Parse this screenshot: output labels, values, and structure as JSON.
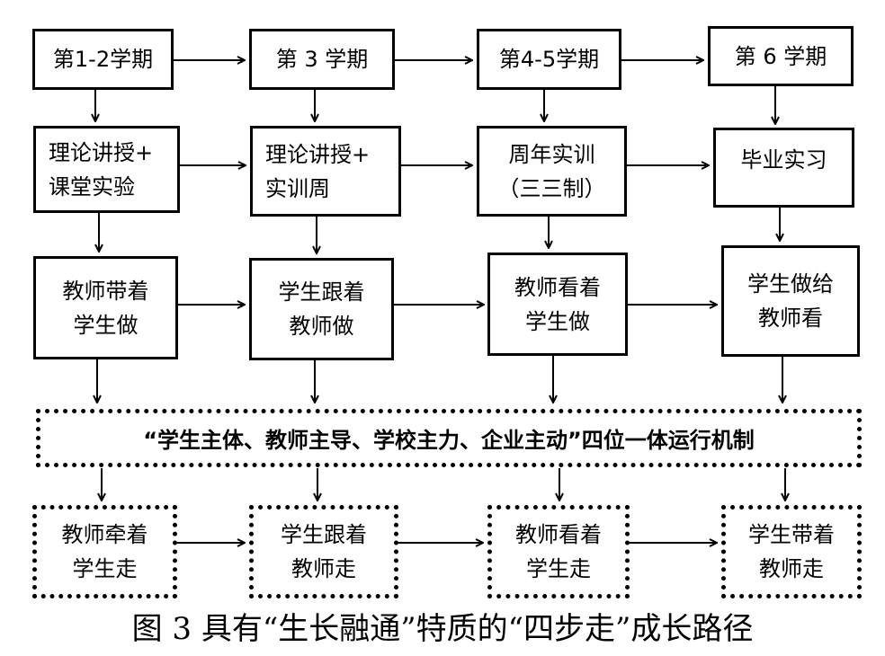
{
  "rows": [
    {
      "id": "semester",
      "boxes": [
        {
          "lines": [
            "第1-2学期"
          ]
        },
        {
          "lines": [
            "第 3 学期"
          ]
        },
        {
          "lines": [
            "第4-5学期"
          ]
        },
        {
          "lines": [
            "第 6 学期"
          ]
        }
      ]
    },
    {
      "id": "teaching-mode",
      "boxes": [
        {
          "lines": [
            "理论讲授+",
            "课堂实验"
          ]
        },
        {
          "lines": [
            "理论讲授+",
            "实训周"
          ]
        },
        {
          "lines": [
            "周年实训",
            "（三三制）"
          ]
        },
        {
          "lines": [
            "毕业实习"
          ]
        }
      ]
    },
    {
      "id": "practice-mode",
      "boxes": [
        {
          "lines": [
            "教师带着",
            "学生做"
          ]
        },
        {
          "lines": [
            "学生跟着",
            "教师做"
          ]
        },
        {
          "lines": [
            "教师看着",
            "学生做"
          ]
        },
        {
          "lines": [
            "学生做给",
            "教师看"
          ]
        }
      ]
    },
    {
      "id": "four-steps",
      "boxes": [
        {
          "lines": [
            "教师牵着",
            "学生走"
          ]
        },
        {
          "lines": [
            "学生跟着",
            "教师走"
          ]
        },
        {
          "lines": [
            "教师看着",
            "学生走"
          ]
        },
        {
          "lines": [
            "学生带着",
            "教师走"
          ]
        }
      ]
    }
  ],
  "mechanism": "“学生主体、教师主导、学校主力、企业主动”四位一体运行机制",
  "caption": "图 3 具有“生长融通”特质的“四步走”成长路径"
}
